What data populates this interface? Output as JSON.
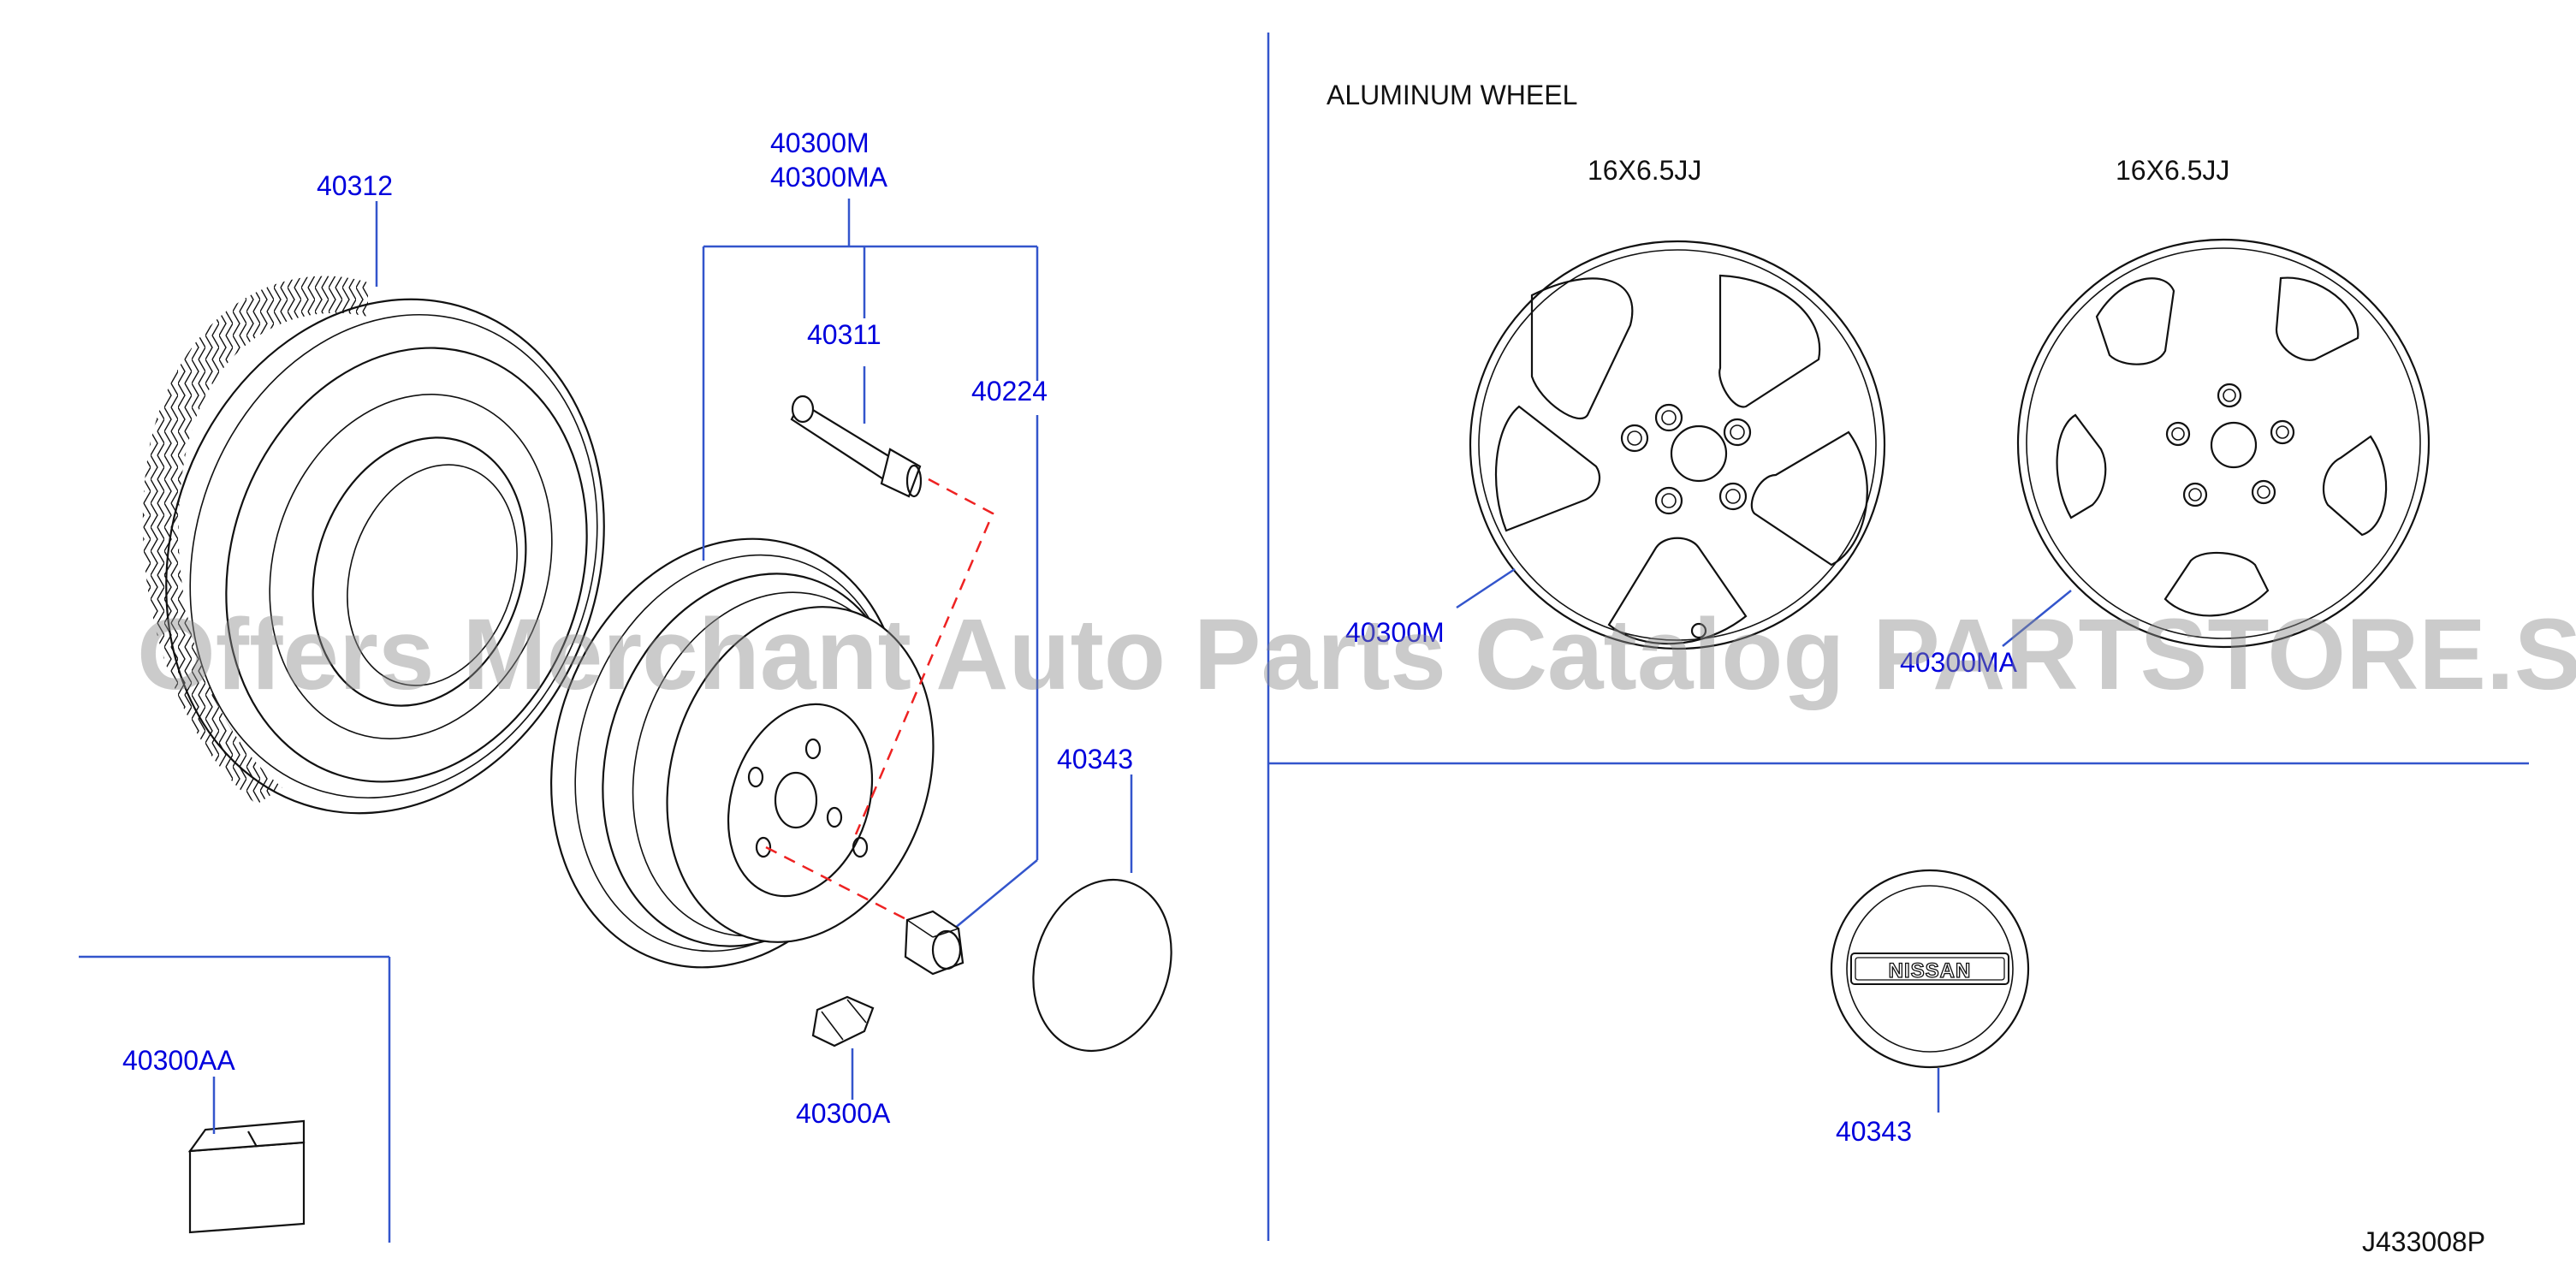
{
  "section_title": "ALUMINUM WHEEL",
  "size_left": "16X6.5JJ",
  "size_right": "16X6.5JJ",
  "labels": {
    "tire": "40312",
    "wheel_assy_1": "40300M",
    "wheel_assy_2": "40300MA",
    "valve": "40311",
    "nut": "40224",
    "cap_steel": "40343",
    "weight_adhesive": "40300AA",
    "weight_clip": "40300A",
    "alu_wheel_left": "40300M",
    "alu_wheel_right": "40300MA",
    "cap_alu": "40343"
  },
  "emblem_text": "NISSAN",
  "diagram_code": "J433008P",
  "watermark": "Offers Merchant Auto Parts Catalog PARTSTORE.SA",
  "colors": {
    "part_label": "#0000dd",
    "leader": "#3355cc",
    "dashed": "#ee2222",
    "outline": "#111111"
  }
}
